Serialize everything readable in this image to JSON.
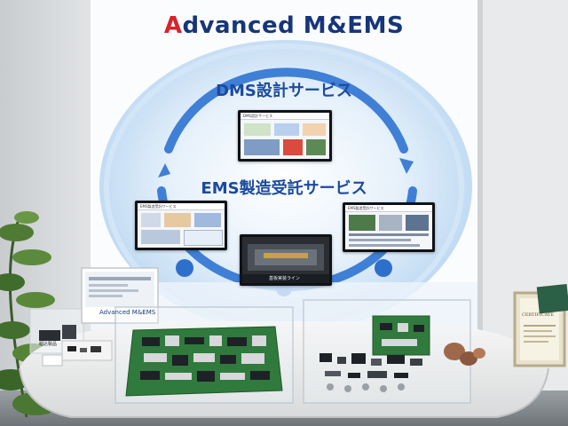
{
  "signage": {
    "heading_part1": "A",
    "heading_part2": "dvanced M&EMS",
    "dms_label": "DMS設計サービス",
    "ems_label": "EMS製造受託サービス"
  },
  "screens": {
    "top_title": "DMS設計サービス",
    "left_title": "EMS製造受託サービス",
    "right_title": "EMS製造受託サービス",
    "center_caption": "基板実装ライン"
  },
  "display": {
    "panel_brand": "Advanced M&EMS",
    "left_card_caption": "組込製品",
    "certificate_title": "CERTIFICATE"
  },
  "colors": {
    "heading_navy": "#16357a",
    "heading_red": "#d8232a",
    "label_blue": "#1b4aa0",
    "circle_blue": "#3f7fd6",
    "pcb_green": "#2f7a3c"
  }
}
